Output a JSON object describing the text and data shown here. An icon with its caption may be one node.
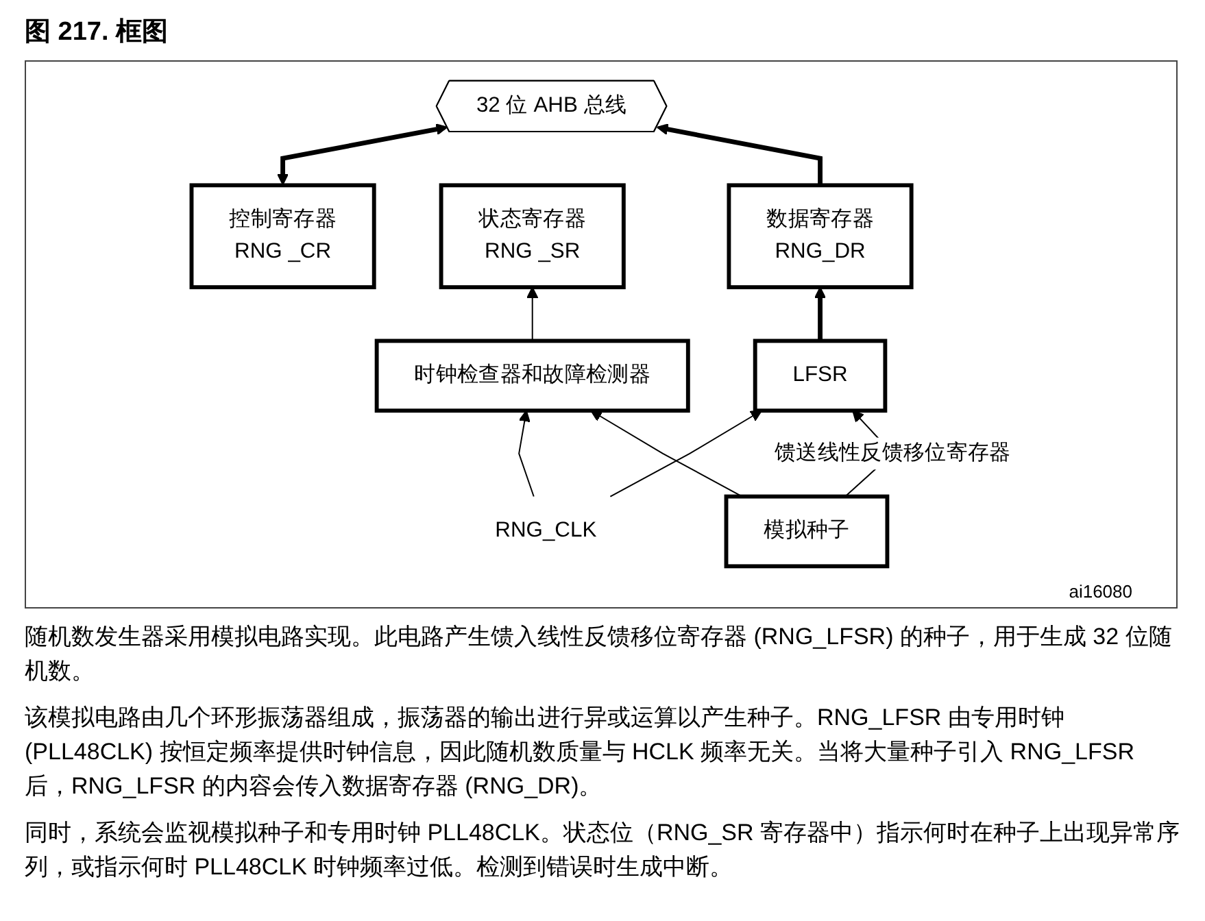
{
  "diagram": {
    "title": "图 217. 框图",
    "nodes": [
      {
        "text": [
          "32 位 AHB 总线"
        ]
      },
      {
        "text": [
          "控制寄存器",
          "RNG _CR"
        ]
      },
      {
        "text": [
          "数据寄存器",
          "RNG_DR"
        ]
      },
      {
        "text": [
          "RNG_CLK"
        ]
      },
      {
        "text": [
          "LFSR"
        ]
      },
      {
        "text": [
          "状态寄存器",
          "RNG _SR"
        ]
      },
      {
        "text": [
          "时钟检查器和故障检测器"
        ]
      },
      {
        "text": [
          "模拟种子"
        ]
      }
    ],
    "edges": [
      {
        "from": 1,
        "to": 0,
        "arrow": "both",
        "style": "thick"
      },
      {
        "from": 2,
        "to": 0,
        "arrow": "to",
        "style": "thick"
      },
      {
        "from": 4,
        "to": 2,
        "arrow": "to",
        "style": "thick"
      },
      {
        "from": 3,
        "to": 4,
        "arrow": "to"
      },
      {
        "from": 3,
        "to": 6,
        "arrow": "to"
      },
      {
        "from": 7,
        "to": 4,
        "arrow": "to",
        "label": "馈送线性反馈移位寄存器"
      },
      {
        "from": 7,
        "to": 6,
        "arrow": "to"
      },
      {
        "from": 6,
        "to": 5,
        "arrow": "to"
      }
    ],
    "labels": [
      "ai16080",
      "随机数发生器采用模拟电路实现。此电路产生馈入线性反馈移位寄存器 (RNG_LFSR) 的种子，用于生成 32 位随机数。",
      "该模拟电路由几个环形振荡器组成，振荡器的输出进行异或运算以产生种子。RNG_LFSR 由专用时钟 (PLL48CLK) 按恒定频率提供时钟信息，因此随机数质量与 HCLK 频率无关。当将大量种子引入 RNG_LFSR 后，RNG_LFSR 的内容会传入数据寄存器 (RNG_DR)。",
      "同时，系统会监视模拟种子和专用时钟 PLL48CLK。状态位（RNG_SR 寄存器中）指示何时在种子上出现异常序列，或指示何时 PLL48CLK 时钟频率过低。检测到错误时生成中断。"
    ]
  }
}
